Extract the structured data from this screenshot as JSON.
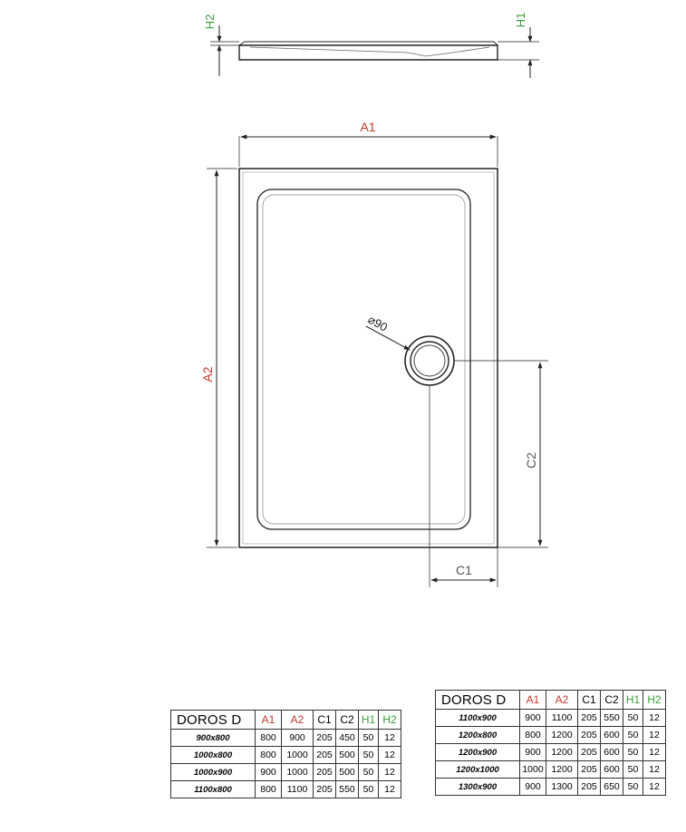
{
  "labels": {
    "a1": "A1",
    "a2": "A2",
    "c1": "C1",
    "c2": "C2",
    "h1": "H1",
    "h2": "H2",
    "drain": "⌀90"
  },
  "colors": {
    "a_dims": "#c0392b",
    "h_dims": "#3a9a3a",
    "c_dims": "#555555"
  },
  "tables": [
    {
      "model": "DOROS D",
      "headers": [
        "A1",
        "A2",
        "C1",
        "C2",
        "H1",
        "H2"
      ],
      "rows": [
        {
          "size": "900x800",
          "values": [
            "800",
            "900",
            "205",
            "450",
            "50",
            "12"
          ]
        },
        {
          "size": "1000x800",
          "values": [
            "800",
            "1000",
            "205",
            "500",
            "50",
            "12"
          ]
        },
        {
          "size": "1000x900",
          "values": [
            "900",
            "1000",
            "205",
            "500",
            "50",
            "12"
          ]
        },
        {
          "size": "1100x800",
          "values": [
            "800",
            "1100",
            "205",
            "550",
            "50",
            "12"
          ]
        }
      ]
    },
    {
      "model": "DOROS D",
      "headers": [
        "A1",
        "A2",
        "C1",
        "C2",
        "H1",
        "H2"
      ],
      "rows": [
        {
          "size": "1100x900",
          "values": [
            "900",
            "1100",
            "205",
            "550",
            "50",
            "12"
          ]
        },
        {
          "size": "1200x800",
          "values": [
            "800",
            "1200",
            "205",
            "600",
            "50",
            "12"
          ]
        },
        {
          "size": "1200x900",
          "values": [
            "900",
            "1200",
            "205",
            "600",
            "50",
            "12"
          ]
        },
        {
          "size": "1200x1000",
          "values": [
            "1000",
            "1200",
            "205",
            "600",
            "50",
            "12"
          ]
        },
        {
          "size": "1300x900",
          "values": [
            "900",
            "1300",
            "205",
            "650",
            "50",
            "12"
          ]
        }
      ]
    }
  ]
}
